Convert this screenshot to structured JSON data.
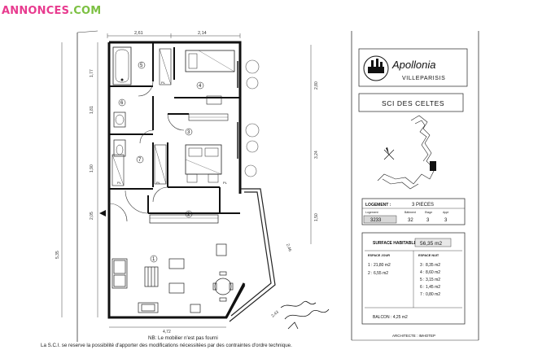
{
  "watermark": {
    "part1": "ANNONCES",
    "part2": ".COM"
  },
  "logo": {
    "name": "Apollonia",
    "city": "VILLEPARISIS"
  },
  "client": "SCI DES CELTES",
  "logement": {
    "header_label": "LOGEMENT :",
    "type": "3 PIECES",
    "cols": [
      "Logement",
      "Bâtiment",
      "Etage",
      "Appt"
    ],
    "values": [
      "3233",
      "32",
      "3",
      "3"
    ]
  },
  "surface": {
    "label": "SURFACE HABITABLE :",
    "value": "56,35 m2",
    "jour_header": "ESPACE JOUR",
    "nuit_header": "ESPACE NUIT",
    "jour": [
      "1 : 21,80 m2",
      "2 : 6,55 m2"
    ],
    "nuit": [
      "3 : 8,35 m2",
      "4 : 8,60 m2",
      "5 : 3,15 m2",
      "6 : 1,45 m2",
      "7 : 0,80 m2"
    ],
    "balcon": "BALCON : 4,25 m2"
  },
  "architecte": "ARCHITECTE : IMHOTEP",
  "notes": {
    "line1": "NB: Le mobilier n'est pas fourni",
    "line2": "La S.C.I. se reserve la possibilité d'apporter des modifications nécessitées par des contraintes d'ordre technique."
  },
  "dimensions": {
    "top_left": "2,61",
    "top_right": "2,14",
    "left_1": "1,77",
    "left_2": "1,81",
    "left_3": "1,90",
    "left_4": "2,05",
    "left_total": "5,35",
    "right_1": "2,80",
    "right_2": "3,24",
    "right_3": "1,50",
    "bottom_left": "4,72",
    "bottom_diag": "2,43",
    "balcony": "2,46"
  },
  "rooms": [
    "1",
    "2",
    "3",
    "4",
    "5",
    "6",
    "7"
  ],
  "room_labels": {
    "pl1": "PL",
    "pl2": "PL",
    "pl3": "PL",
    "pl4": "PL"
  }
}
